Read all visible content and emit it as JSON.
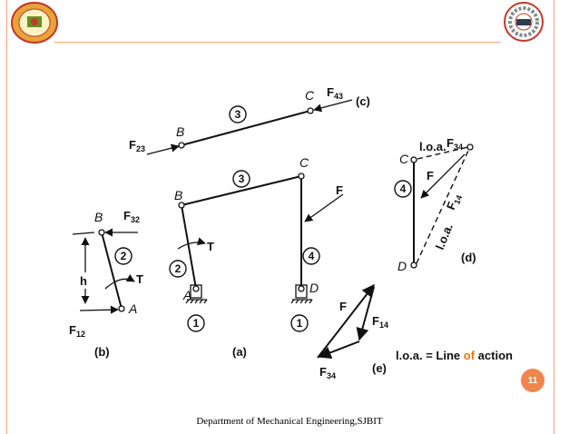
{
  "footer": "Department of Mechanical Engineering,SJBIT",
  "page_number": "11",
  "colors": {
    "frame": "#f4a582",
    "accent": "#f2854d",
    "of_highlight": "#e87a1e"
  },
  "labels": {
    "part_a": "(a)",
    "part_b": "(b)",
    "part_c": "(c)",
    "part_d": "(d)",
    "part_e": "(e)",
    "joint_A": "A",
    "joint_B": "B",
    "joint_C": "C",
    "joint_D": "D",
    "force_F": "F",
    "force_T": "T",
    "dist_h": "h",
    "F12": "F12",
    "F23": "F23",
    "F32": "F32",
    "F34": "F34",
    "F43": "F43",
    "F14": "F14",
    "link_1": "1",
    "link_2": "2",
    "link_3": "3",
    "link_4": "4",
    "loa_short": "l.o.a.",
    "legend_prefix": "l.o.a. = Line ",
    "legend_of": "of",
    "legend_suffix": " action"
  }
}
